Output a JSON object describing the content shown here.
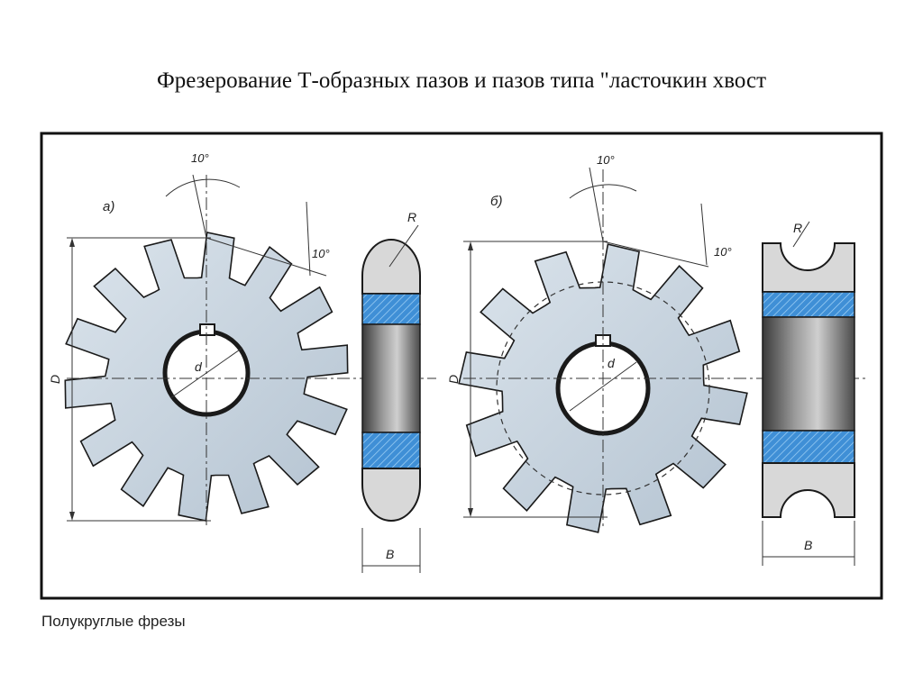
{
  "slide": {
    "title": "Фрезерование Т-образных пазов и пазов типа \"ласточкин хвост"
  },
  "figure": {
    "caption": "Полукруглые фрезы",
    "view_a": {
      "label": "а)",
      "angle_top": "10°",
      "angle_side": "10°",
      "dim_diameter": "D",
      "dim_bore": "d",
      "dim_radius": "R",
      "dim_width": "B"
    },
    "view_b": {
      "label": "б)",
      "angle_top": "10°",
      "angle_side": "10°",
      "dim_diameter": "D",
      "dim_bore": "d",
      "dim_radius": "R",
      "dim_width": "B"
    },
    "colors": {
      "body": "#c8d4df",
      "section": "#3f8fd6",
      "outline": "#1a1a1a"
    }
  }
}
